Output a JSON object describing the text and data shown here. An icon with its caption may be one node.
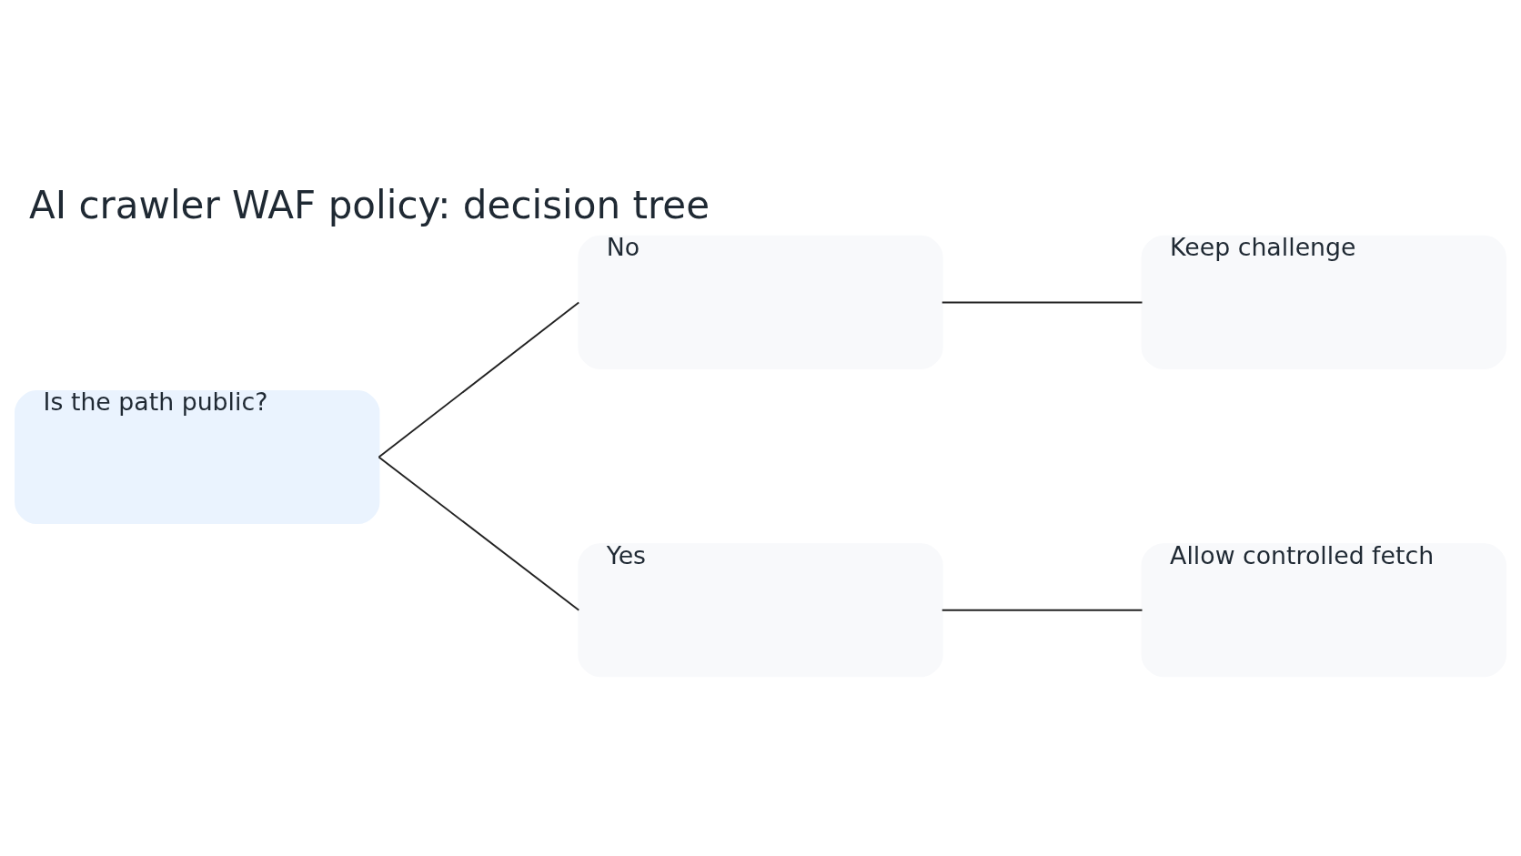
{
  "diagram": {
    "title": "AI crawler WAF policy: decision tree",
    "nodes": [
      {
        "text": [
          "Is the path public?"
        ]
      },
      {
        "text": [
          "No"
        ]
      },
      {
        "text": [
          "Yes"
        ]
      },
      {
        "text": [
          "Keep challenge"
        ]
      },
      {
        "text": [
          "Allow controlled fetch"
        ]
      }
    ],
    "edges": [
      {
        "from": 0,
        "to": 1,
        "arrow": "none"
      },
      {
        "from": 0,
        "to": 2,
        "arrow": "none"
      },
      {
        "from": 1,
        "to": 3,
        "arrow": "none"
      },
      {
        "from": 2,
        "to": 4,
        "arrow": "none"
      }
    ]
  }
}
